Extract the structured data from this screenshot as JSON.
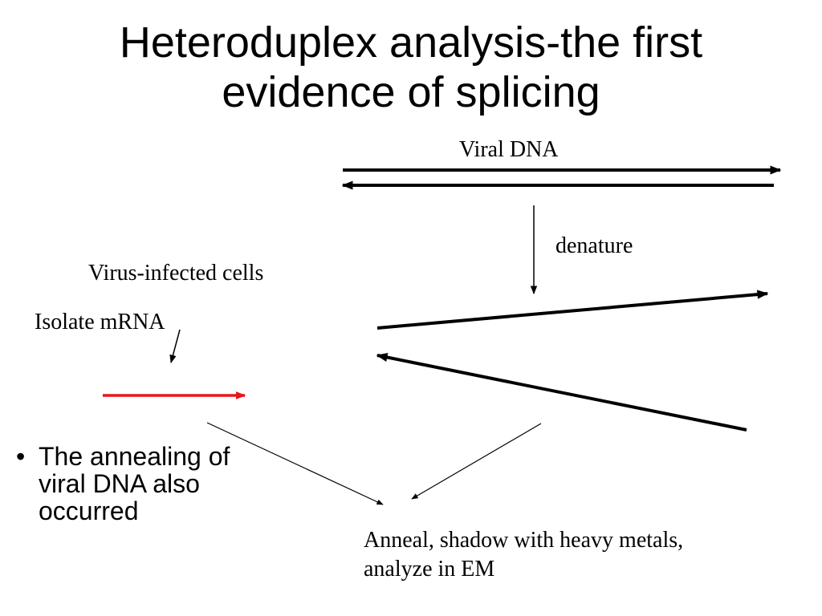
{
  "slide": {
    "title_line1": "Heteroduplex analysis-the first",
    "title_line2": "evidence of splicing"
  },
  "labels": {
    "viral_dna": "Viral DNA",
    "denature": "denature",
    "virus_infected_cells": "Virus-infected cells",
    "isolate_mrna": "Isolate mRNA",
    "anneal_line1": "Anneal, shadow with heavy metals,",
    "anneal_line2": "analyze in EM"
  },
  "bullets": [
    {
      "marker": "•",
      "text": "The annealing of viral DNA also occurred"
    }
  ],
  "colors": {
    "dna_strand": "#000000",
    "mrna_strand": "#e8141b"
  }
}
